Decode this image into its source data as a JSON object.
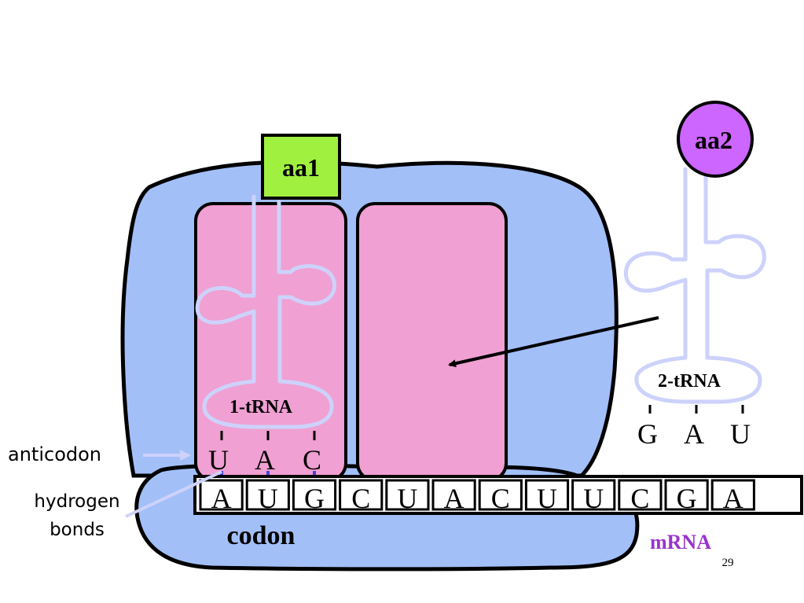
{
  "amino_acids": {
    "aa1": "aa1",
    "aa2": "aa2"
  },
  "trna": {
    "first_label": "1-tRNA",
    "second_label": "2-tRNA"
  },
  "anticodon_1": [
    "U",
    "A",
    "C"
  ],
  "anticodon_2": [
    "G",
    "A",
    "U"
  ],
  "mrna_bases": [
    "A",
    "U",
    "G",
    "C",
    "U",
    "A",
    "C",
    "U",
    "U",
    "C",
    "G",
    "A"
  ],
  "labels": {
    "anticodon": "anticodon",
    "hydrogen_bonds_line1": "hydrogen",
    "hydrogen_bonds_line2": "bonds",
    "codon": "codon",
    "mrna": "mRNA",
    "slide_number": "29"
  },
  "colors": {
    "ribosome": "#a3bff8",
    "site": "#f0a0d2",
    "aa1": "#a0f040",
    "aa2": "#cc66ff",
    "trna_outline": "#cdd2fb",
    "hbond": "#4444dd",
    "mrna_label": "#9933cc"
  }
}
